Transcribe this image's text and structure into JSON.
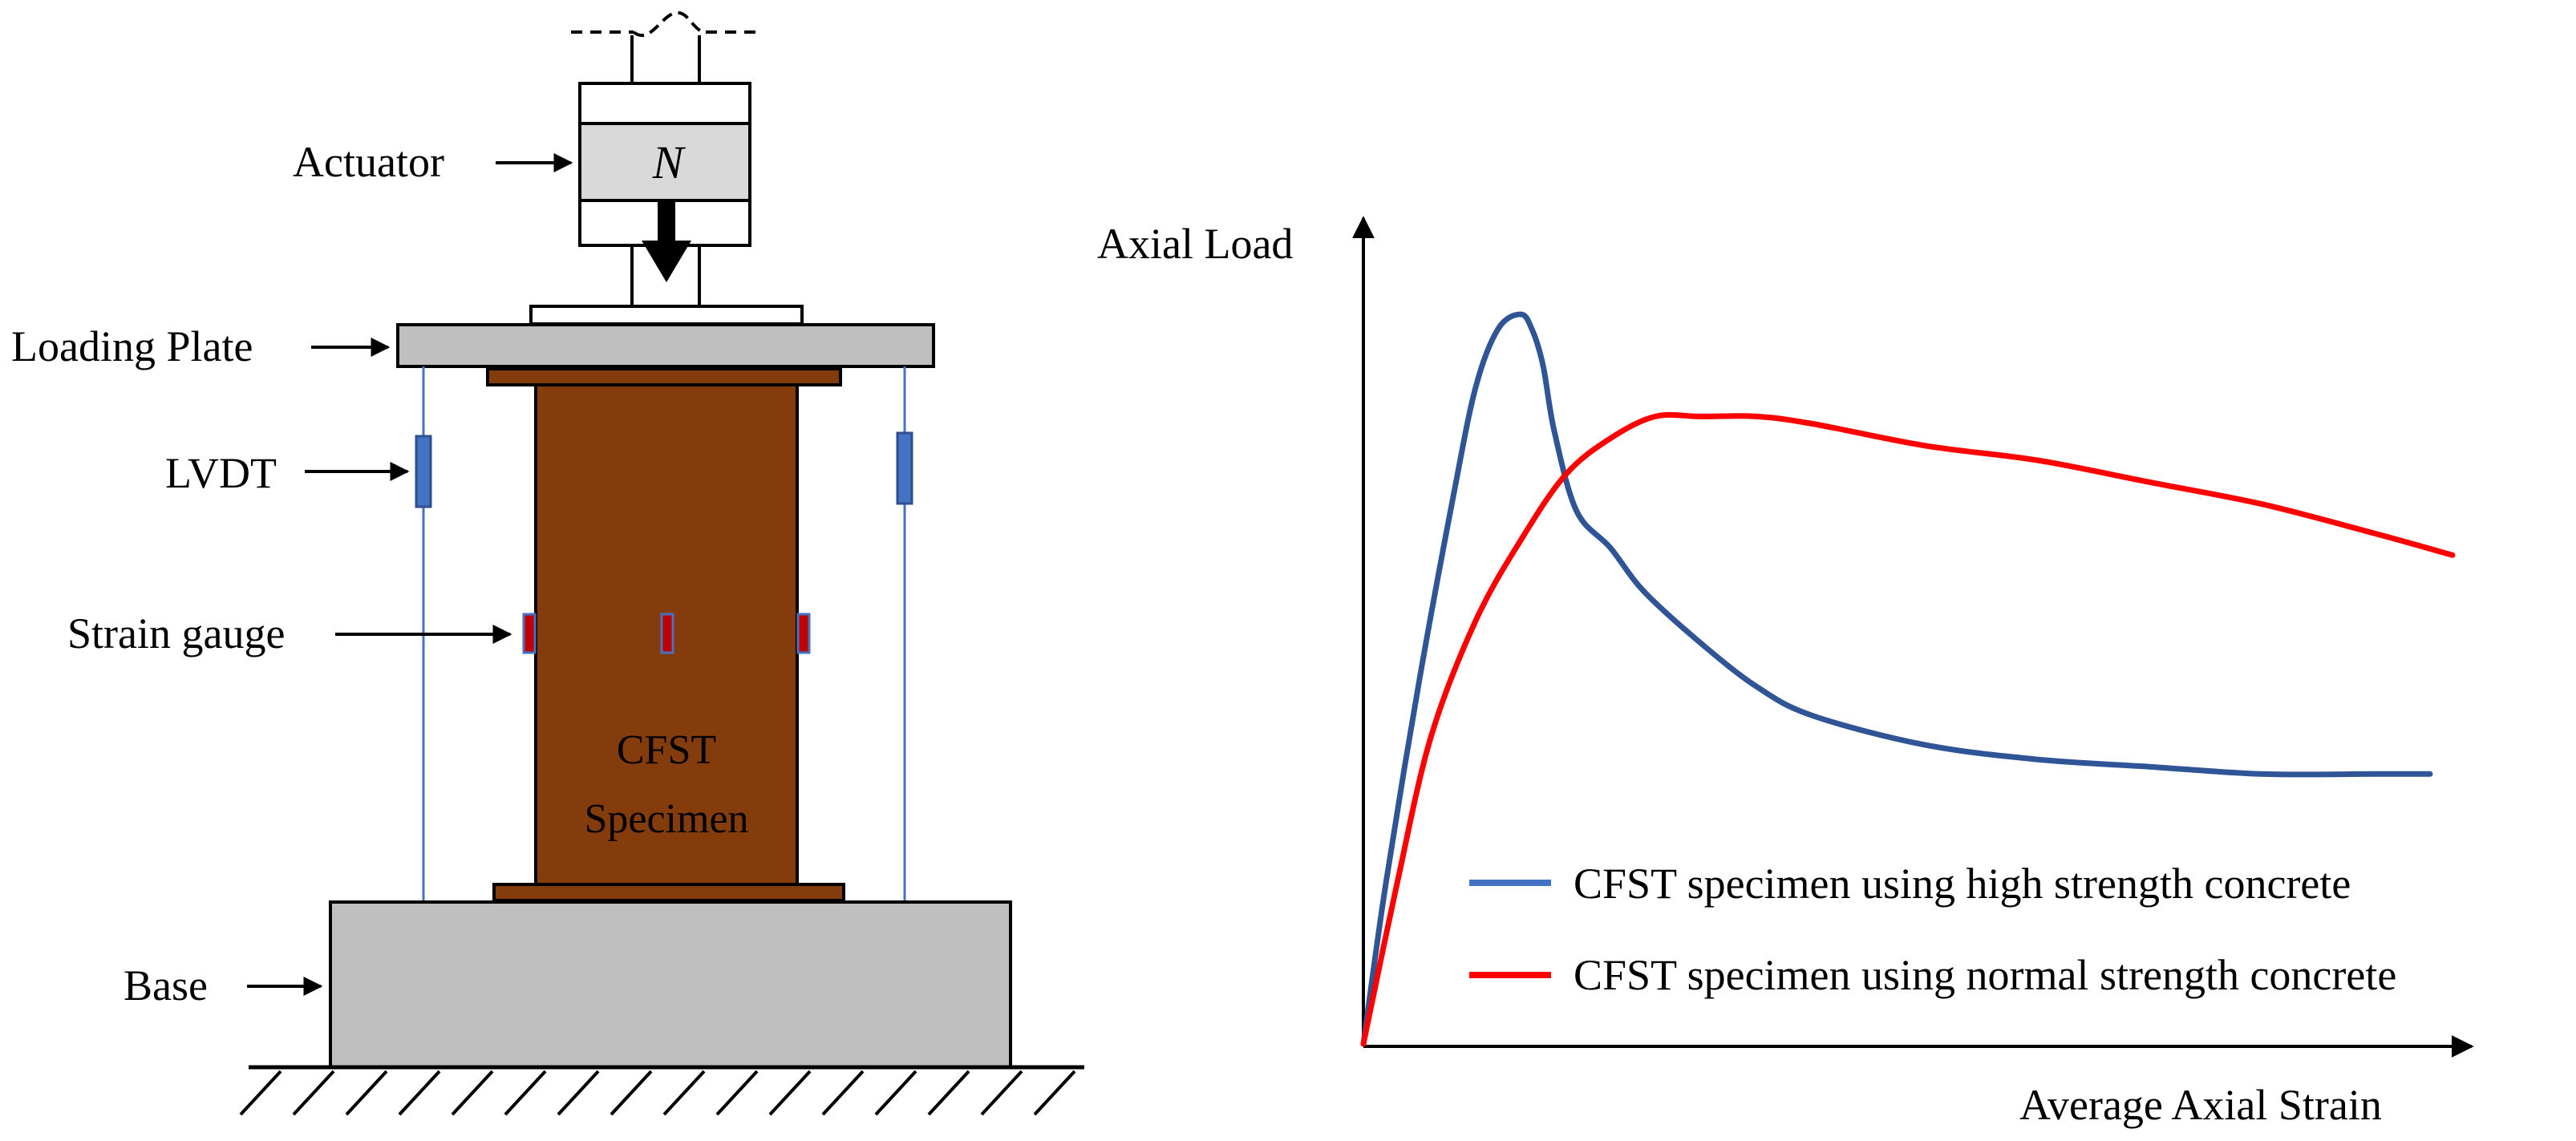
{
  "setup": {
    "actuator_label": "Actuator",
    "force_symbol": "N",
    "loading_plate_label": "Loading Plate",
    "lvdt_label": "LVDT",
    "strain_gauge_label": "Strain gauge",
    "specimen_line1": "CFST",
    "specimen_line2": "Specimen",
    "base_label": "Base"
  },
  "colors": {
    "specimen": "#843c0c",
    "steel_gray": "#bfbfbf",
    "actuator_gray": "#d9d9d9",
    "lvdt_blue": "#4472c4",
    "gauge_red": "#c00000",
    "high_strength": "#2f5597",
    "normal_strength": "#ff0000"
  },
  "chart": {
    "y_axis_label": "Axial Load",
    "x_axis_label": "Average Axial Strain",
    "legend": [
      {
        "name": "CFST specimen using high strength concrete",
        "color": "#4472c4"
      },
      {
        "name": "CFST specimen using normal strength concrete",
        "color": "#ff0000"
      }
    ]
  },
  "chart_data": {
    "type": "line",
    "xlabel": "Average Axial Strain",
    "ylabel": "Axial Load",
    "grid": false,
    "axes_ticks": false,
    "legend_position": "bottom-right",
    "series": [
      {
        "name": "CFST specimen using high strength concrete",
        "x": [
          0,
          0.02,
          0.05,
          0.08,
          0.1,
          0.12,
          0.14,
          0.15,
          0.16,
          0.17,
          0.19,
          0.22,
          0.25,
          0.3,
          0.35,
          0.4,
          0.5,
          0.6,
          0.7,
          0.8,
          0.9,
          0.95
        ],
        "y": [
          0,
          0.22,
          0.5,
          0.75,
          0.9,
          0.98,
          1.0,
          0.98,
          0.93,
          0.84,
          0.73,
          0.68,
          0.62,
          0.55,
          0.49,
          0.45,
          0.41,
          0.39,
          0.38,
          0.37,
          0.37,
          0.37
        ]
      },
      {
        "name": "CFST specimen using normal strength concrete",
        "x": [
          0,
          0.03,
          0.06,
          0.1,
          0.14,
          0.18,
          0.22,
          0.26,
          0.3,
          0.35,
          0.4,
          0.5,
          0.6,
          0.7,
          0.8,
          0.9,
          0.97
        ],
        "y": [
          0,
          0.22,
          0.42,
          0.58,
          0.69,
          0.78,
          0.83,
          0.86,
          0.86,
          0.86,
          0.85,
          0.82,
          0.8,
          0.77,
          0.74,
          0.7,
          0.67
        ]
      }
    ]
  }
}
